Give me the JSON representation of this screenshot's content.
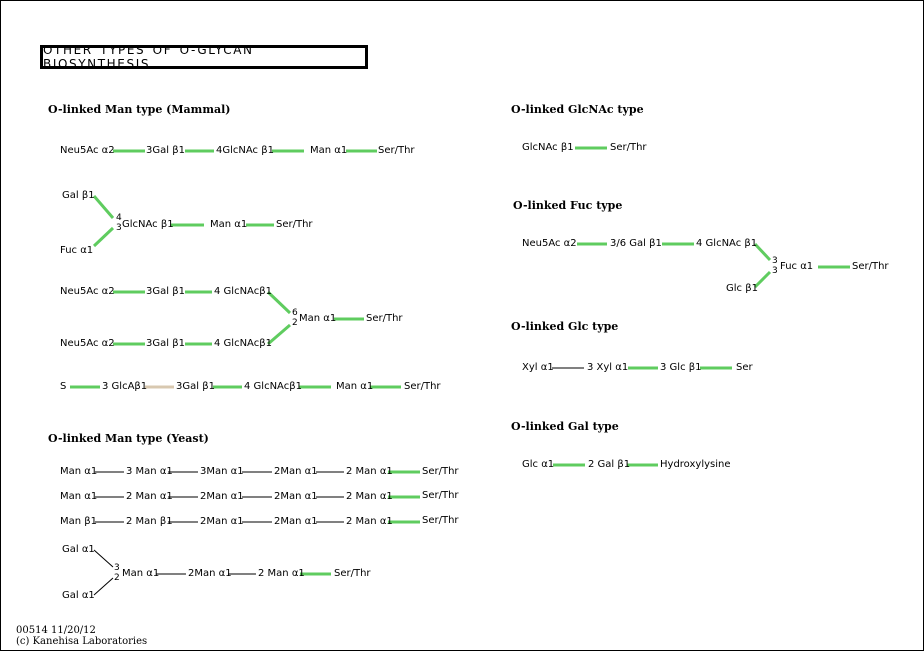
{
  "title": "OTHER TYPES OF O-GLYCAN BIOSYNTHESIS",
  "sections": {
    "man_mammal": "O-linked Man type (Mammal)",
    "man_yeast": "O-linked Man type (Yeast)",
    "glcnac": "O-linked GlcNAc type",
    "fuc": "O-linked Fuc type",
    "glc": "O-linked Glc type",
    "gal": "O-linked Gal type"
  },
  "labels": {
    "m1_a": "Neu5Ac α2",
    "m1_b": "3Gal β1",
    "m1_c": "4GlcNAc β1",
    "m1_d": "Man α1",
    "m1_e": "Ser/Thr",
    "m2_a": "Gal β1",
    "m2_b": "Fuc α1",
    "m2_c": "GlcNAc β1",
    "m2_d": "Man α1",
    "m2_e": "Ser/Thr",
    "m3_a": "Neu5Ac α2",
    "m3_b": "3Gal β1",
    "m3_c": "4 GlcNAcβ1",
    "m3_d": "Neu5Ac α2",
    "m3_e": "3Gal β1",
    "m3_f": "4 GlcNAcβ1",
    "m3_g": "Man α1",
    "m3_h": "Ser/Thr",
    "m4_a": "S",
    "m4_b": "3 GlcAβ1",
    "m4_c": "3Gal β1",
    "m4_d": "4 GlcNAcβ1",
    "m4_e": "Man α1",
    "m4_f": "Ser/Thr",
    "y1_a": "Man α1",
    "y1_b": "3 Man α1",
    "y1_c": "3Man α1",
    "y1_d": "2Man α1",
    "y1_e": "2 Man α1",
    "y1_f": "Ser/Thr",
    "y2_a": "Man α1",
    "y2_b": "2 Man α1",
    "y2_c": "2Man α1",
    "y2_d": "2Man α1",
    "y2_e": "2 Man α1",
    "y2_f": "Ser/Thr",
    "y3_a": "Man β1",
    "y3_b": "2 Man β1",
    "y3_c": "2Man α1",
    "y3_d": "2Man α1",
    "y3_e": "2 Man α1",
    "y3_f": "Ser/Thr",
    "y4_a": "Gal α1",
    "y4_b": "Gal α1",
    "y4_c": "Man α1",
    "y4_d": "2Man α1",
    "y4_e": "2 Man α1",
    "y4_f": "Ser/Thr",
    "g1_a": "GlcNAc β1",
    "g1_b": "Ser/Thr",
    "f1_a": "Neu5Ac α2",
    "f1_b": "3/6 Gal β1",
    "f1_c": "4 GlcNAc β1",
    "f1_d": "Glc β1",
    "f1_e": "Fuc α1",
    "f1_f": "Ser/Thr",
    "c1_a": "Xyl α1",
    "c1_b": "3 Xyl α1",
    "c1_c": "3 Glc β1",
    "c1_d": "Ser",
    "l1_a": "Glc α1",
    "l1_b": "2 Gal β1",
    "l1_c": "Hydroxylysine"
  },
  "positions": {
    "m2_top": "4",
    "m2_bot": "3",
    "m3_top": "6",
    "m3_bot": "2",
    "y4_top": "3",
    "y4_bot": "2",
    "f1_top": "3",
    "f1_bot": "3"
  },
  "footer": {
    "map_id": "00514 11/20/12",
    "copyright": "(c) Kanehisa Laboratories"
  },
  "colors": {
    "enzyme_link": "#5fcc5f",
    "plain_link": "#000000",
    "unknown_link": "#d8c8b0"
  }
}
